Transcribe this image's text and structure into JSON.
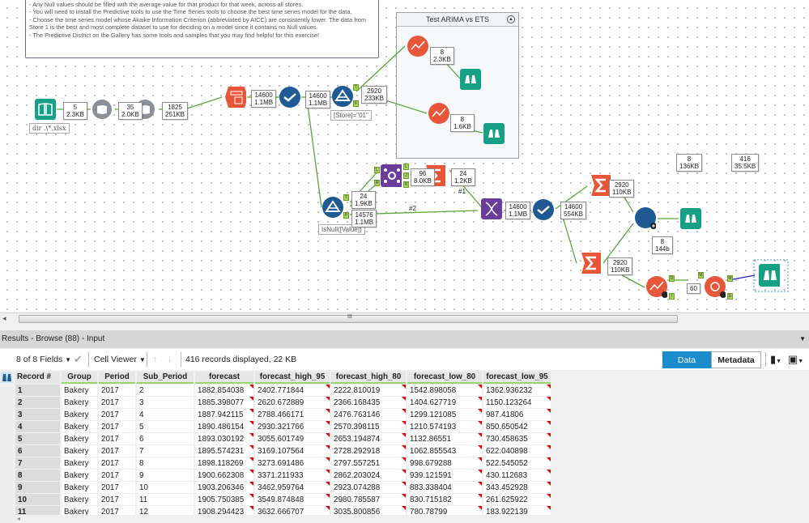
{
  "canvas": {
    "comment_lines": [
      "- Any Null values should be filled with the average value for that product for that week, across all stores.",
      "- You will need to install the Predictive tools to use the Time Series tools to choose the best time series model for the data.",
      "- Choose the time series model whose Akaike Information Criterion (abbreviated by AICC) are consistently lower.  The data from",
      "Store 1 is the best and most complete dataset to use for deciding on a model since it contains no Null values.",
      "- The Predictive District on the Gallery has some tools and samples that you may find helpful for this exercise!"
    ],
    "container": {
      "title": "Test ARIMA vs ETS",
      "collapse_icon": "collapse-icon"
    },
    "annotations": {
      "directory": "dir .\\*.xlsx",
      "filter1": "[Store]=\"01\"",
      "filter2": "IsNull([Value])"
    },
    "badges": {
      "b1": [
        "5",
        "2.3KB"
      ],
      "b2": [
        "35",
        "2.0KB"
      ],
      "b3": [
        "1825",
        "251KB"
      ],
      "b4": [
        "14600",
        "1.1MB"
      ],
      "b5": [
        "14600",
        "1.1MB"
      ],
      "b6": [
        "2920",
        "233KB"
      ],
      "b7": [
        "8",
        "2.3KB"
      ],
      "b8": [
        "8",
        "1.6KB"
      ],
      "b9": [
        "96",
        "8.0KB"
      ],
      "b10": [
        "24",
        "1.2KB"
      ],
      "b11": [
        "24",
        "1.9KB"
      ],
      "b12": [
        "14576",
        "1.1MB"
      ],
      "b13": [
        "14600",
        "1.1MB"
      ],
      "b14": [
        "14600",
        "554KB"
      ],
      "b15": [
        "2920",
        "110KB"
      ],
      "b16": [
        "2920",
        "110KB"
      ],
      "b17": [
        "8",
        "144b"
      ],
      "b18": [
        "8",
        "136KB"
      ],
      "b19": [
        "416",
        "35.5KB"
      ],
      "b20": [
        "60",
        ""
      ]
    },
    "wire_labels": {
      "w1": "#1",
      "w2": "#2"
    },
    "anchor_labels": {
      "true": "T",
      "false": "F",
      "join_l": "L",
      "join_j": "J",
      "join_r": "R",
      "d": "D",
      "m": "M",
      "e": "E",
      "i": "I"
    }
  },
  "results": {
    "title": "Results - Browse (88) - Input",
    "fields_label": "8 of 8 Fields",
    "viewer_label": "Cell Viewer",
    "records_text": "416 records displayed, 22 KB",
    "tab_data": "Data",
    "tab_metadata": "Metadata",
    "columns": [
      "Record #",
      "Group",
      "Period",
      "Sub_Period",
      "forecast",
      "forecast_high_95",
      "forecast_high_80",
      "forecast_low_80",
      "forecast_low_95"
    ],
    "rows": [
      [
        "1",
        "Bakery",
        "2017",
        "2",
        "1882.854038",
        "2402.771844",
        "2222.810019",
        "1542.898058",
        "1362.936232"
      ],
      [
        "2",
        "Bakery",
        "2017",
        "3",
        "1885.398077",
        "2620.672889",
        "2366.168435",
        "1404.627719",
        "1150.123264"
      ],
      [
        "3",
        "Bakery",
        "2017",
        "4",
        "1887.942115",
        "2788.466171",
        "2476.763146",
        "1299.121085",
        "987.41806"
      ],
      [
        "4",
        "Bakery",
        "2017",
        "5",
        "1890.486154",
        "2930.321766",
        "2570.398115",
        "1210.574193",
        "850.650542"
      ],
      [
        "5",
        "Bakery",
        "2017",
        "6",
        "1893.030192",
        "3055.601749",
        "2653.194874",
        "1132.86551",
        "730.458635"
      ],
      [
        "6",
        "Bakery",
        "2017",
        "7",
        "1895.574231",
        "3169.107564",
        "2728.292918",
        "1062.855543",
        "622.040898"
      ],
      [
        "7",
        "Bakery",
        "2017",
        "8",
        "1898.118269",
        "3273.691486",
        "2797.557251",
        "998.679288",
        "522.545052"
      ],
      [
        "8",
        "Bakery",
        "2017",
        "9",
        "1900.662308",
        "3371.211933",
        "2862.203024",
        "939.121591",
        "430.112683"
      ],
      [
        "9",
        "Bakery",
        "2017",
        "10",
        "1903.206346",
        "3462.959764",
        "2923.074288",
        "883.338404",
        "343.452928"
      ],
      [
        "10",
        "Bakery",
        "2017",
        "11",
        "1905.750385",
        "3549.874848",
        "2980.785587",
        "830.715182",
        "261.625922"
      ],
      [
        "11",
        "Bakery",
        "2017",
        "12",
        "1908.294423",
        "3632.666707",
        "3035.800856",
        "780.78799",
        "183.922139"
      ]
    ]
  },
  "colors": {
    "accent": "#1a8ccc",
    "tool_orange": "#e8563a",
    "tool_teal": "#16a085",
    "tool_blue": "#1f5a94",
    "tool_purple": "#6a3d9a",
    "wire": "#5aa63c"
  }
}
